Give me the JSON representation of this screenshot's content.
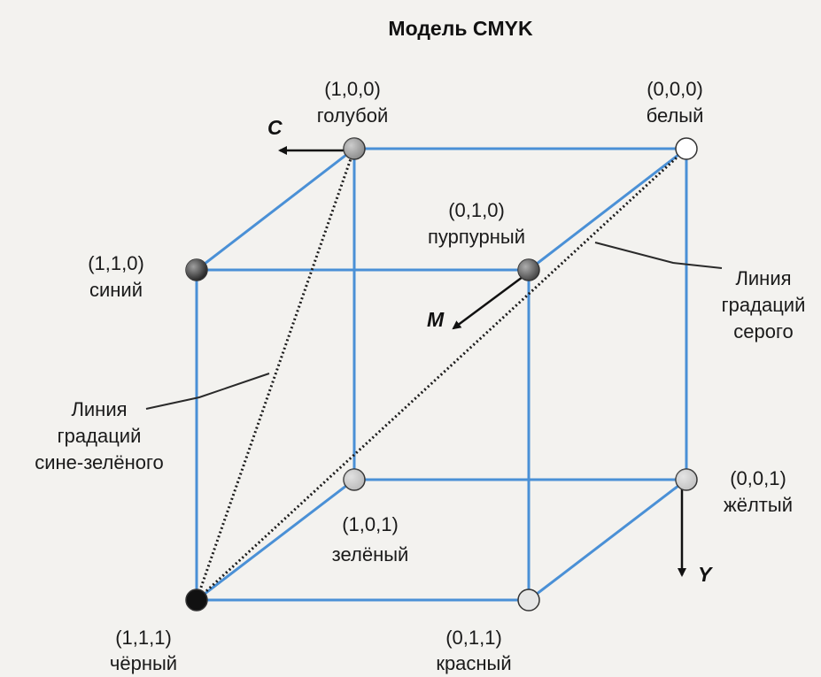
{
  "title": "Модель CMYK",
  "axes": {
    "c": "C",
    "m": "M",
    "y": "Y"
  },
  "vertices": {
    "cyan": {
      "coord": "(1,0,0)",
      "name": "голубой",
      "color": "#8f8f8f"
    },
    "white": {
      "coord": "(0,0,0)",
      "name": "белый",
      "color": "#ffffff"
    },
    "magenta": {
      "coord": "(0,1,0)",
      "name": "пурпурный",
      "color": "#4a4a4a"
    },
    "blue": {
      "coord": "(1,1,0)",
      "name": "синий",
      "color": "#2a2a2a"
    },
    "green": {
      "coord": "(1,0,1)",
      "name": "зелёный",
      "color": "#bdbdbd"
    },
    "yellow": {
      "coord": "(0,0,1)",
      "name": "жёлтый",
      "color": "#c4c4c4"
    },
    "black": {
      "coord": "(1,1,1)",
      "name": "чёрный",
      "color": "#111111"
    },
    "red": {
      "coord": "(0,1,1)",
      "name": "красный",
      "color": "#e6e6e6"
    }
  },
  "annotations": {
    "gray_line": [
      "Линия",
      "градаций",
      "серого"
    ],
    "bluegreen_line": [
      "Линия",
      "градаций",
      "сине-зелёного"
    ]
  },
  "colors": {
    "edge": "#4a90d6",
    "background": "#f3f2ef"
  }
}
